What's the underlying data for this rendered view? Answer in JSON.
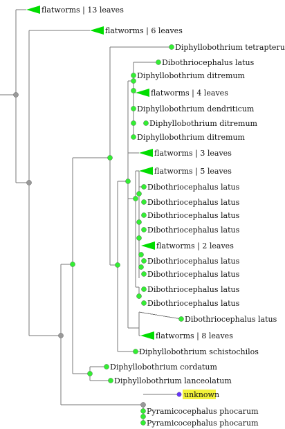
{
  "colors": {
    "background": "#ffffff",
    "branch_line": "#777777",
    "leaf_node": "#33ee33",
    "internal_node_green": "#33ee33",
    "internal_node_gray": "#999999",
    "collapsed_clade": "#00dd00",
    "query_node": "#6633ff",
    "query_highlight": "#f2f23a"
  },
  "tree": {
    "collapsed_clades": [
      {
        "label": "flatworms | 13 leaves"
      },
      {
        "label": "flatworms | 6 leaves"
      },
      {
        "label": "flatworms | 4 leaves"
      },
      {
        "label": "flatworms | 3 leaves"
      },
      {
        "label": "flatworms | 5 leaves"
      },
      {
        "label": "flatworms | 2 leaves"
      },
      {
        "label": "flatworms | 8 leaves"
      }
    ],
    "leaves": [
      {
        "label": "Diphyllobothrium tetrapterum"
      },
      {
        "label": "Dibothriocephalus latus"
      },
      {
        "label": "Diphyllobothrium ditremum"
      },
      {
        "label": "Diphyllobothrium dendriticum"
      },
      {
        "label": "Diphyllobothrium ditremum"
      },
      {
        "label": "Diphyllobothrium ditremum"
      },
      {
        "label": "Dibothriocephalus latus"
      },
      {
        "label": "Dibothriocephalus latus"
      },
      {
        "label": "Dibothriocephalus latus"
      },
      {
        "label": "Dibothriocephalus latus"
      },
      {
        "label": "Dibothriocephalus latus"
      },
      {
        "label": "Dibothriocephalus latus"
      },
      {
        "label": "Dibothriocephalus latus"
      },
      {
        "label": "Dibothriocephalus latus"
      },
      {
        "label": "Dibothriocephalus latus"
      },
      {
        "label": "Diphyllobothrium schistochilos"
      },
      {
        "label": "Diphyllobothrium cordatum"
      },
      {
        "label": "Diphyllobothrium lanceolatum"
      },
      {
        "label": "Pyramicocephalus phocarum"
      },
      {
        "label": "Pyramicocephalus phocarum"
      }
    ],
    "query": {
      "label": "unknown"
    }
  }
}
